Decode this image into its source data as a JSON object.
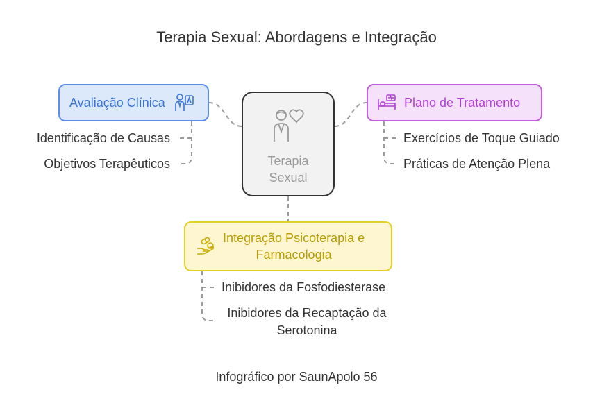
{
  "title": "Terapia Sexual: Abordagens e Integração",
  "center": {
    "line1": "Terapia",
    "line2": "Sexual"
  },
  "nodes": {
    "avaliacao": {
      "label": "Avaliação Clínica",
      "color": "#3c74d6",
      "icon": "doctor-patient-icon",
      "items": [
        "Identificação de Causas",
        "Objetivos Terapêuticos"
      ]
    },
    "plano": {
      "label": "Plano de Tratamento",
      "color": "#b040d6",
      "icon": "hospital-bed-icon",
      "items": [
        "Exercícios de Toque Guiado",
        "Práticas de Atenção Plena"
      ]
    },
    "integracao": {
      "label_line1": "Integração Psicoterapia e",
      "label_line2": "Farmacologia",
      "color": "#b89c00",
      "icon": "pills-hand-icon",
      "items": [
        "Inibidores da Fosfodiesterase",
        "Inibidores da Recaptação da Serotonina"
      ],
      "item2_line1": "Inibidores da Recaptação da",
      "item2_line2": "Serotonina"
    }
  },
  "footer": "Infográfico por SaunApolo 56"
}
